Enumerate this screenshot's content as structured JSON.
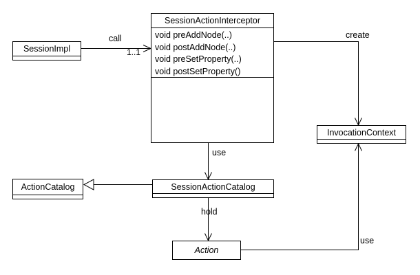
{
  "diagram": {
    "type": "uml-class-diagram",
    "background_color": "#ffffff",
    "line_color": "#000000",
    "text_color": "#000000"
  },
  "classes": {
    "session_impl": {
      "name": "SessionImpl"
    },
    "session_action_interceptor": {
      "name": "SessionActionInterceptor",
      "methods": [
        "void preAddNode(..)",
        "void postAddNode(..)",
        "void preSetProperty(..)",
        "void postSetProperty()",
        "..."
      ]
    },
    "invocation_context": {
      "name": "InvocationContext"
    },
    "action_catalog": {
      "name": "ActionCatalog"
    },
    "session_action_catalog": {
      "name": "SessionActionCatalog"
    },
    "action": {
      "name": "Action",
      "abstract": true
    }
  },
  "edges": {
    "call": {
      "label": "call",
      "multiplicity": "1..1",
      "from": "SessionImpl",
      "to": "SessionActionInterceptor",
      "arrow": "open"
    },
    "create": {
      "label": "create",
      "from": "SessionActionInterceptor",
      "to": "InvocationContext",
      "arrow": "open"
    },
    "use_top": {
      "label": "use",
      "from": "SessionActionInterceptor",
      "to": "SessionActionCatalog",
      "arrow": "open"
    },
    "generalization": {
      "from": "SessionActionCatalog",
      "to": "ActionCatalog",
      "arrow": "hollow-triangle"
    },
    "hold": {
      "label": "hold",
      "from": "SessionActionCatalog",
      "to": "Action",
      "arrow": "open"
    },
    "use_bottom": {
      "label": "use",
      "from": "Action",
      "to": "InvocationContext",
      "arrow": "open"
    }
  }
}
